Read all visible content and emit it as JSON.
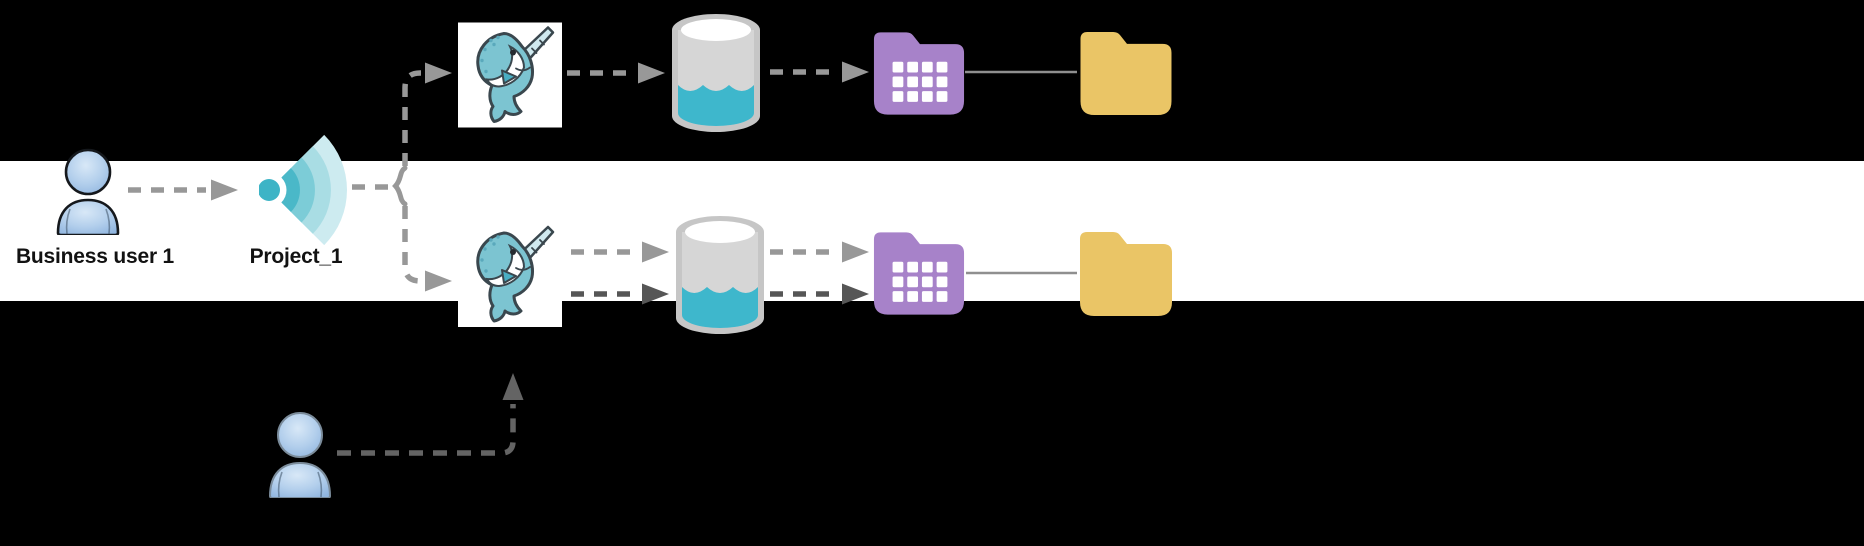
{
  "colors": {
    "background": "#000000",
    "band": "#ffffff",
    "label-text": "#121212",
    "arrow-light": "#989898",
    "arrow-dark": "#565656",
    "arrow-user": "#646464",
    "connector-solid": "#8f8f8f",
    "folder-purple": "#a782c9",
    "folder-yellow": "#eac566",
    "cylinder-rim": "#c6c6c6",
    "cylinder-body": "#d6d6d6",
    "water-teal": "#3eb7cc",
    "narwhal-teal": "#7cc4d1",
    "narwhal-fin": "#49aec3",
    "narwhal-outline": "#3a474e",
    "narwhal-horn": "#cfe9ef",
    "project-dot": "#3db4c6",
    "project-band-1": "#4ab8c8",
    "project-band-2": "#7cccd7",
    "project-band-3": "#a9dde4",
    "project-band-4": "#cdebf0",
    "person-outline-dark": "#15181c",
    "person-outline-light": "#7b8c9b"
  },
  "labels": {
    "business_user": "Business user 1",
    "project": "Project_1"
  },
  "nodes": [
    {
      "id": "business-user-1",
      "icon": "person",
      "label": "Business user 1"
    },
    {
      "id": "project-1",
      "icon": "signal-fan",
      "label": "Project_1"
    },
    {
      "id": "narwhal-engine-top",
      "icon": "narwhal",
      "row": "top"
    },
    {
      "id": "data-store-top",
      "icon": "database-cylinder",
      "row": "top"
    },
    {
      "id": "dataset-folder-top",
      "icon": "grid-folder",
      "row": "top"
    },
    {
      "id": "output-folder-top",
      "icon": "folder",
      "row": "top"
    },
    {
      "id": "narwhal-engine-middle",
      "icon": "narwhal",
      "row": "middle"
    },
    {
      "id": "data-store-middle",
      "icon": "database-cylinder",
      "row": "middle"
    },
    {
      "id": "dataset-folder-middle",
      "icon": "grid-folder",
      "row": "middle"
    },
    {
      "id": "output-folder-middle",
      "icon": "folder",
      "row": "middle"
    },
    {
      "id": "user-2",
      "icon": "person",
      "row": "bottom"
    }
  ],
  "edges": [
    {
      "from": "business-user-1",
      "to": "project-1",
      "style": "dashed-light-arrow"
    },
    {
      "from": "project-1",
      "to": "split-point",
      "style": "dashed-light"
    },
    {
      "from": "split-point",
      "to": "narwhal-engine-top",
      "style": "dashed-light-arrow"
    },
    {
      "from": "split-point",
      "to": "narwhal-engine-middle",
      "style": "dashed-light-arrow"
    },
    {
      "from": "narwhal-engine-top",
      "to": "data-store-top",
      "style": "dashed-light-arrow"
    },
    {
      "from": "data-store-top",
      "to": "dataset-folder-top",
      "style": "dashed-light-arrow"
    },
    {
      "from": "dataset-folder-top",
      "to": "output-folder-top",
      "style": "solid-line"
    },
    {
      "from": "narwhal-engine-middle",
      "to": "data-store-middle",
      "style": "dashed-light-arrow"
    },
    {
      "from": "narwhal-engine-middle",
      "to": "data-store-middle",
      "style": "dashed-dark-arrow"
    },
    {
      "from": "data-store-middle",
      "to": "dataset-folder-middle",
      "style": "dashed-light-arrow"
    },
    {
      "from": "data-store-middle",
      "to": "dataset-folder-middle",
      "style": "dashed-dark-arrow"
    },
    {
      "from": "dataset-folder-middle",
      "to": "output-folder-middle",
      "style": "solid-line"
    },
    {
      "from": "user-2",
      "to": "narwhal-engine-middle",
      "style": "dashed-dark-arrow-up"
    }
  ]
}
